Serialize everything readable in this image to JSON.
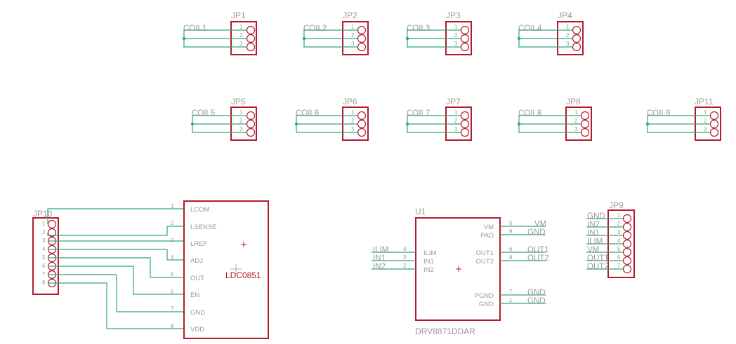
{
  "connectors_3pin": [
    {
      "ref": "JP1",
      "net": "COIL1",
      "pins": [
        "1",
        "2",
        "3"
      ]
    },
    {
      "ref": "JP2",
      "net": "COIL2",
      "pins": [
        "1",
        "2",
        "3"
      ]
    },
    {
      "ref": "JP3",
      "net": "COIL3",
      "pins": [
        "1",
        "2",
        "3"
      ]
    },
    {
      "ref": "JP4",
      "net": "COIL4",
      "pins": [
        "1",
        "2",
        "3"
      ]
    },
    {
      "ref": "JP5",
      "net": "COIL5",
      "pins": [
        "1",
        "2",
        "3"
      ]
    },
    {
      "ref": "JP6",
      "net": "COIL6",
      "pins": [
        "1",
        "2",
        "3"
      ]
    },
    {
      "ref": "JP7",
      "net": "COIL7",
      "pins": [
        "1",
        "2",
        "3"
      ]
    },
    {
      "ref": "JP8",
      "net": "COIL8",
      "pins": [
        "1",
        "2",
        "3"
      ]
    },
    {
      "ref": "JP11",
      "net": "COIL9",
      "pins": [
        "1",
        "2",
        "3"
      ]
    }
  ],
  "jp10": {
    "ref": "JP10",
    "pins": [
      "1",
      "2",
      "3",
      "4",
      "5",
      "6",
      "7",
      "8"
    ]
  },
  "ldc": {
    "value": "LDC0851",
    "pins": [
      {
        "num": "1",
        "name": "LCOM"
      },
      {
        "num": "2",
        "name": "LSENSE"
      },
      {
        "num": "3",
        "name": "LREF"
      },
      {
        "num": "4",
        "name": "ADJ"
      },
      {
        "num": "5",
        "name": "OUT"
      },
      {
        "num": "6",
        "name": "EN"
      },
      {
        "num": "7",
        "name": "GND"
      },
      {
        "num": "8",
        "name": "VDD"
      }
    ]
  },
  "drv": {
    "ref": "U1",
    "value": "DRV8871DDAR",
    "left_pins": [
      {
        "num": "4",
        "name": "ILIM",
        "net": "ILIM"
      },
      {
        "num": "3",
        "name": "IN1",
        "net": "IN1"
      },
      {
        "num": "2",
        "name": "IN2",
        "net": "IN2"
      }
    ],
    "right_pins": [
      {
        "num": "5",
        "name": "VM",
        "net": "VM"
      },
      {
        "num": "9",
        "name": "PAD",
        "net": "GND"
      },
      {
        "num": "6",
        "name": "OUT1",
        "net": "OUT1"
      },
      {
        "num": "8",
        "name": "OUT2",
        "net": "OUT2"
      },
      {
        "num": "7",
        "name": "PGND",
        "net": "GND"
      },
      {
        "num": "1",
        "name": "GND",
        "net": "GND"
      }
    ]
  },
  "jp9": {
    "ref": "JP9",
    "pins": [
      {
        "num": "1",
        "net": "GND"
      },
      {
        "num": "2",
        "net": "IN2"
      },
      {
        "num": "3",
        "net": "IN1"
      },
      {
        "num": "4",
        "net": "ILIM"
      },
      {
        "num": "5",
        "net": "VM"
      },
      {
        "num": "6",
        "net": "OUT1"
      },
      {
        "num": "7",
        "net": "OUT2"
      }
    ]
  }
}
